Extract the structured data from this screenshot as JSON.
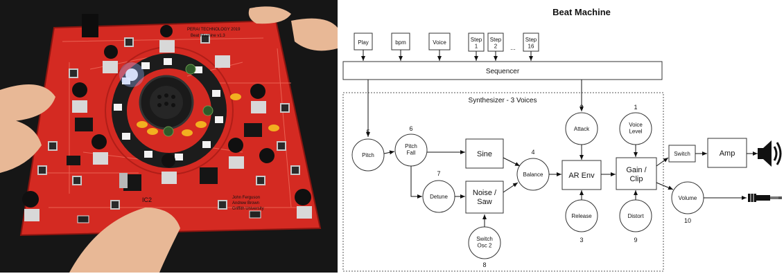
{
  "diagram": {
    "title": "Beat Machine",
    "inputs": [
      "Play",
      "bpm",
      "Voice"
    ],
    "steps": [
      "Step\n1",
      "Step\n2",
      "Step\n16"
    ],
    "ellipsis": "...",
    "sequencer": "Sequencer",
    "synth_label": "Synthesizer - 3 Voices",
    "nodes": {
      "pitch": {
        "label": "Pitch",
        "number": "5"
      },
      "pitch_fall": {
        "label": "Pitch\nFall",
        "number": "6"
      },
      "detune": {
        "label": "Detune",
        "number": "7"
      },
      "switch_osc2": {
        "label": "Switch\nOsc 2",
        "number": "8"
      },
      "balance": {
        "label": "Balance",
        "number": "4"
      },
      "attack": {
        "label": "Attack",
        "number": "2"
      },
      "release": {
        "label": "Release",
        "number": "3"
      },
      "voice_level": {
        "label": "Voice\nLevel",
        "number": "1"
      },
      "distort": {
        "label": "Distort",
        "number": "9"
      },
      "volume": {
        "label": "Volume",
        "number": "10"
      }
    },
    "blocks": {
      "sine": "Sine",
      "noise_saw": "Noise /\nSaw",
      "ar_env": "AR Env",
      "gain_clip": "Gain /\nClip",
      "switch": "Switch",
      "amp": "Amp"
    }
  },
  "pcb": {
    "title_text": "PERAI TECHNOLOGY 2019",
    "subtitle_text": "Beat Machine v1.3",
    "credits": [
      "John Ferguson",
      "Andrew Brown",
      "Griffith University"
    ],
    "ic_label": "IC2",
    "colors": {
      "board": "#d42a22",
      "background": "#141414",
      "skin": "#e8b896"
    }
  }
}
